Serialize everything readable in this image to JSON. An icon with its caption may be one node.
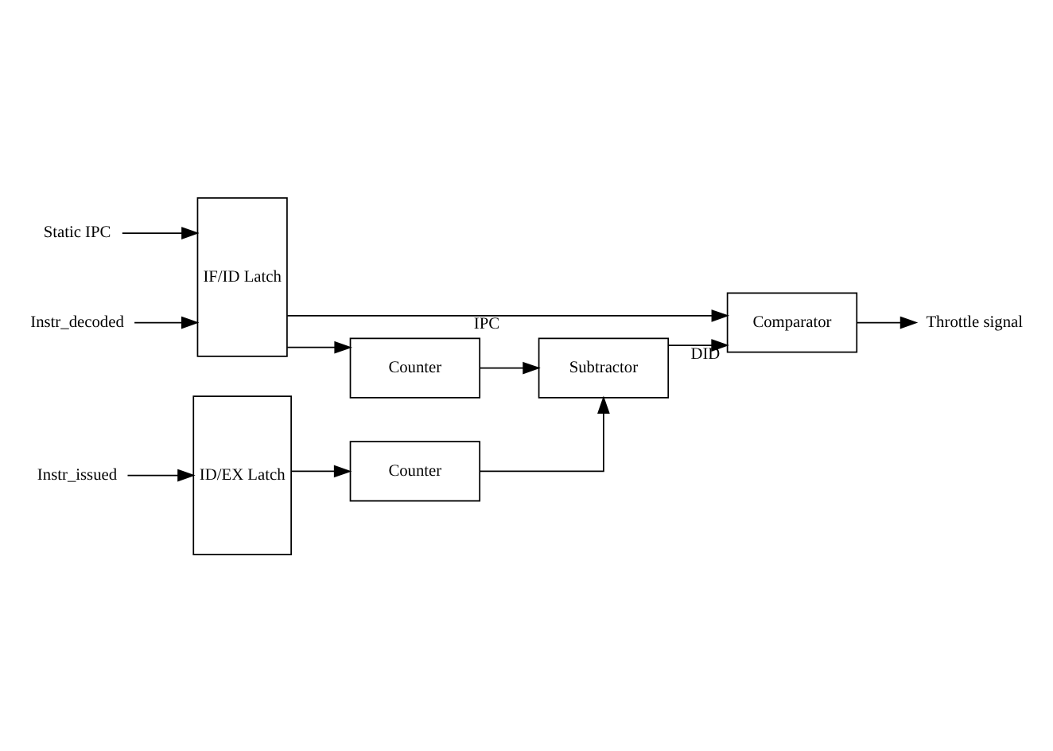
{
  "diagram": {
    "nodes": [
      {
        "text": [
          "Static IPC"
        ]
      },
      {
        "text": [
          "Instr_decoded"
        ]
      },
      {
        "text": [
          "IF/ID Latch"
        ]
      },
      {
        "text": [
          "Counter"
        ]
      },
      {
        "text": [
          "Subtractor"
        ]
      },
      {
        "text": [
          "Comparator"
        ]
      },
      {
        "text": [
          "Instr_issued"
        ]
      },
      {
        "text": [
          "ID/EX Latch"
        ]
      },
      {
        "text": [
          "Counter"
        ]
      },
      {
        "text": [
          "Throttle signal"
        ]
      }
    ],
    "edges": [
      {
        "from": 0,
        "to": 2,
        "arrow": "to"
      },
      {
        "from": 1,
        "to": 2,
        "arrow": "to"
      },
      {
        "from": 2,
        "to": 3,
        "arrow": "to"
      },
      {
        "from": 2,
        "to": 5,
        "arrow": "to",
        "label": "IPC"
      },
      {
        "from": 3,
        "to": 4,
        "arrow": "to"
      },
      {
        "from": 8,
        "to": 4,
        "arrow": "to"
      },
      {
        "from": 4,
        "to": 5,
        "arrow": "to",
        "label": "DID"
      },
      {
        "from": 6,
        "to": 7,
        "arrow": "to"
      },
      {
        "from": 7,
        "to": 8,
        "arrow": "to"
      },
      {
        "from": 5,
        "to": 9,
        "arrow": "to"
      }
    ]
  }
}
